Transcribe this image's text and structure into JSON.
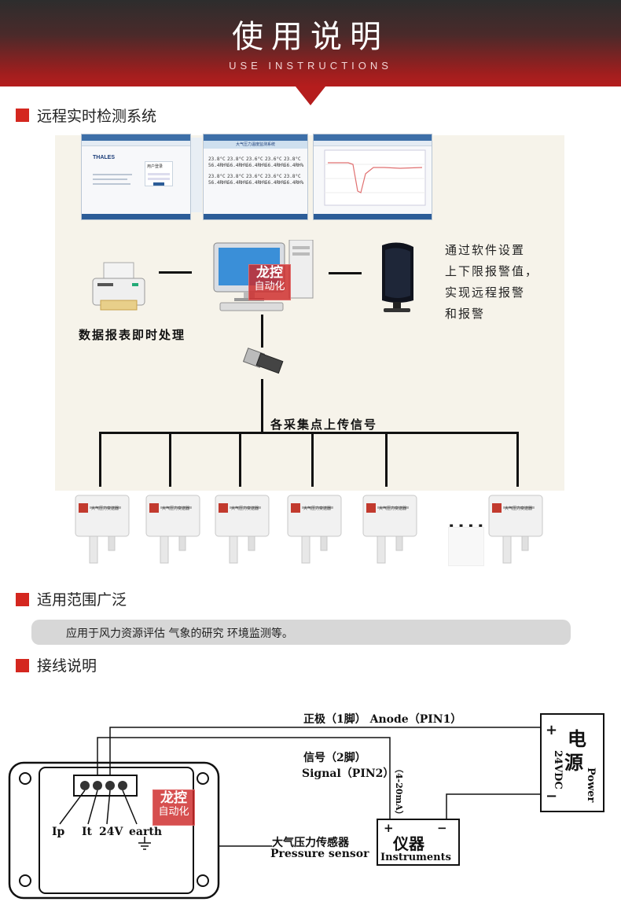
{
  "header": {
    "title": "使用说明",
    "subtitle": "USE  INSTRUCTIONS"
  },
  "sections": {
    "remote": {
      "title": "远程实时检测系统"
    },
    "scope": {
      "title": "适用范围广泛",
      "text": "应用于风力资源评估 气象的研究 环境监测等。"
    },
    "wiring": {
      "title": "接线说明"
    }
  },
  "system_diagram": {
    "screen1": {
      "brand": "THALES",
      "label": "用户登录"
    },
    "screen2": {
      "header": "大气压力温度监测系统",
      "cells": [
        "23.8°C",
        "23.8°C",
        "23.6°C",
        "23.6°C",
        "23.8°C",
        "23.8°C",
        "23.8°C",
        "23.6°C",
        "23.6°C",
        "23.8°C"
      ],
      "humid": [
        "56.4RH%",
        "56.4RH%",
        "56.4RH%",
        "56.4RH%",
        "56.4RH%",
        "56.4RH%",
        "56.4RH%",
        "56.4RH%",
        "56.4RH%",
        "56.4RH%"
      ]
    },
    "alarm_note": [
      "通过软件设置",
      "上下限报警值，",
      "实现远程报警",
      "和报警"
    ],
    "printer_note": "数据报表即时处理",
    "upload_note": "各采集点上传信号",
    "ellipsis": "....",
    "sensor_label": "大气压力变送器",
    "watermark": {
      "line1": "龙控",
      "line2": "自动化"
    }
  },
  "wiring_diagram": {
    "anode_label": "正极（1脚） Anode（PIN1）",
    "signal_label_cn": "信号（2脚）",
    "signal_label_en": "Signal（PIN2）",
    "current_label": "（4-20mA）",
    "terminals": [
      "Ip",
      "It",
      "24V",
      "earth"
    ],
    "sensor_label_cn": "大气压力传感器",
    "sensor_label_en": "Pressure sensor",
    "instrument_cn": "仪器",
    "instrument_en": "Instruments",
    "plus": "+",
    "minus": "−",
    "power_cn": "电源",
    "power_en": "Power",
    "power_voltage": "24VDC",
    "watermark": {
      "line1": "龙控",
      "line2": "自动化"
    }
  },
  "colors": {
    "accent": "#d4271f",
    "banner_dark": "#2d2d2d",
    "panel": "#f6f3ea"
  }
}
